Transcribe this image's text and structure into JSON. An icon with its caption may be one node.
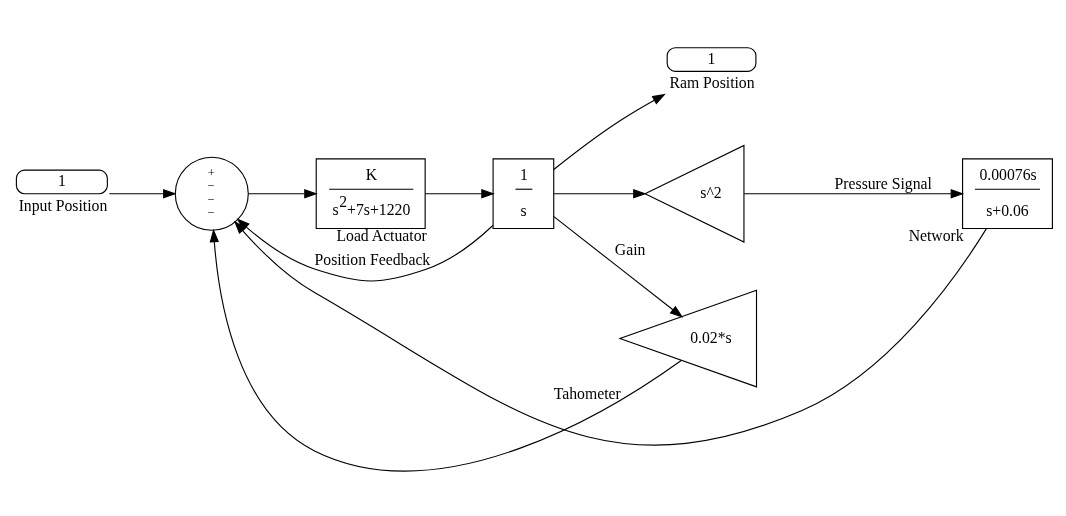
{
  "diagram": {
    "nodes": [
      {
        "text": [
          "1"
        ],
        "beside": [
          "Input Position"
        ]
      },
      {
        "text": [
          "+",
          "−",
          "−",
          "−"
        ]
      },
      {
        "text": [
          "K",
          "s$^{2}$+7s+1220"
        ],
        "beside": [
          "Load Actuator"
        ]
      },
      {
        "text": [
          "1",
          "s"
        ]
      },
      {
        "text": [
          "1"
        ],
        "beside": [
          "Ram Position"
        ]
      },
      {
        "text": [
          "0.00076s",
          "s+0.06"
        ],
        "beside": [
          "Network"
        ]
      },
      {
        "text": [
          "s^2"
        ],
        "beside": [
          "Gain"
        ]
      },
      {
        "text": [
          "0.02*s"
        ],
        "beside": [
          "Tahometer"
        ]
      }
    ],
    "edges": [
      {
        "from": 0,
        "to": 1,
        "arrow": "to"
      },
      {
        "from": 1,
        "to": 2,
        "arrow": "to"
      },
      {
        "from": 2,
        "to": 3,
        "arrow": "to"
      },
      {
        "from": 3,
        "to": 4,
        "arrow": "to"
      },
      {
        "from": 3,
        "to": 6,
        "arrow": "to"
      },
      {
        "from": 6,
        "to": 5,
        "arrow": "to",
        "label": "Pressure Signal"
      },
      {
        "from": 5,
        "to": 1,
        "arrow": "to"
      },
      {
        "from": 3,
        "to": 7,
        "arrow": "to"
      },
      {
        "from": 7,
        "to": 1,
        "arrow": "to"
      },
      {
        "from": 3,
        "to": 1,
        "arrow": "to",
        "label": "Position Feedback"
      }
    ]
  }
}
